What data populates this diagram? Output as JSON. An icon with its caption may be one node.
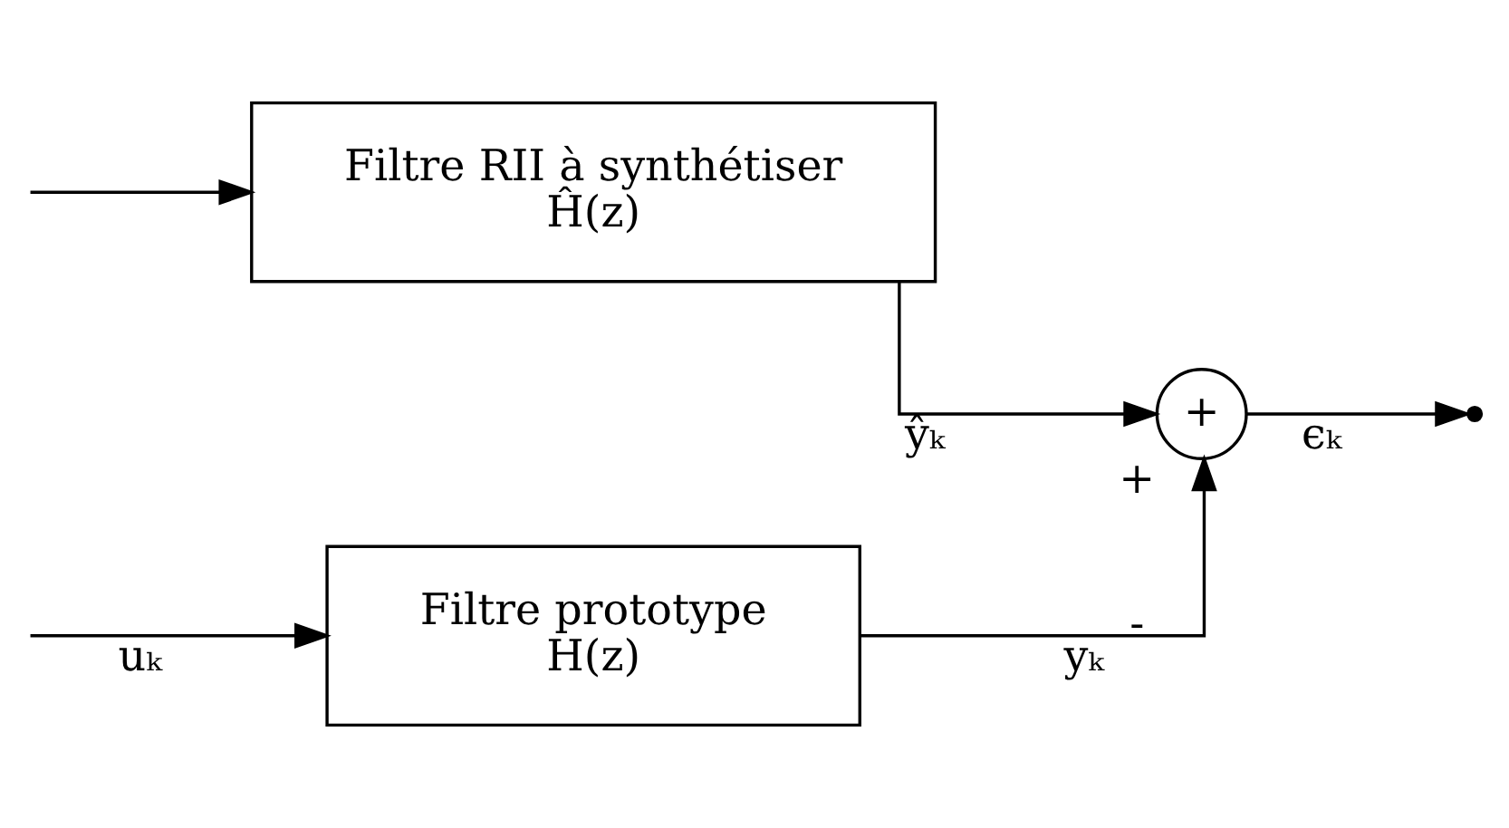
{
  "diagram": {
    "nodes": [
      {
        "text": [
          "Filtre prototype",
          "H(z)"
        ]
      },
      {
        "text": [
          "Filtre RII à synthétiser",
          "Ĥ(z)"
        ]
      },
      {
        "text": [
          "+"
        ],
        "beside": [
          "+",
          "-"
        ]
      }
    ],
    "edges": [
      {
        "from": null,
        "to": 0,
        "arrow": "to",
        "label": "uₖ"
      },
      {
        "from": null,
        "to": 1,
        "arrow": "to"
      },
      {
        "from": 0,
        "to": 2,
        "arrow": "to",
        "label": "yₖ"
      },
      {
        "from": 1,
        "to": 2,
        "arrow": "to",
        "label": "ŷₖ"
      },
      {
        "from": 2,
        "to": null,
        "arrow": "to",
        "label": "ϵₖ"
      }
    ]
  }
}
